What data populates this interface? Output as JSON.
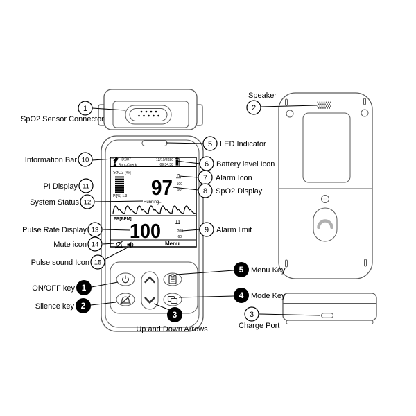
{
  "colors": {
    "ink": "#000000",
    "device_outline": "#5a5a5a"
  },
  "screen": {
    "patient_id": "ID:987",
    "work_mode": "Spot-Check",
    "date": "12/19/2020",
    "time": "09:34:38",
    "spo2_section_label": "SpO2 [%]",
    "spo2_value": "97",
    "spo2_alarm_high": "100",
    "spo2_alarm_low": "90",
    "pi_label": "PI[%] 1.3",
    "system_status": "Running...",
    "pr_section_label": "PR[BPM]",
    "pr_value": "100",
    "pr_alarm_high": "200",
    "pr_alarm_low": "60",
    "softkey": "Menu"
  },
  "callouts": {
    "c1": {
      "n": "1",
      "label": "SpO2 Sensor Connector"
    },
    "c2": {
      "n": "2",
      "label": "Speaker"
    },
    "c3": {
      "n": "3",
      "label": "Charge Port"
    },
    "c5": {
      "n": "5",
      "label": "LED Indicator"
    },
    "c6": {
      "n": "6",
      "label": "Battery level Icon"
    },
    "c7": {
      "n": "7",
      "label": "Alarm Icon"
    },
    "c8": {
      "n": "8",
      "label": "SpO2 Display"
    },
    "c9": {
      "n": "9",
      "label": "Alarm limit"
    },
    "c10": {
      "n": "10",
      "label": "Information Bar"
    },
    "c11": {
      "n": "11",
      "label": "PI Display"
    },
    "c12": {
      "n": "12",
      "label": "System Status"
    },
    "c13": {
      "n": "13",
      "label": "Pulse Rate Display"
    },
    "c14": {
      "n": "14",
      "label": "Mute icon"
    },
    "c15": {
      "n": "15",
      "label": "Pulse sound Icon"
    }
  },
  "keys": {
    "k1": {
      "n": "1",
      "label": "ON/OFF key"
    },
    "k2": {
      "n": "2",
      "label": "Silence key"
    },
    "k3": {
      "n": "3",
      "label": "Up and Down Arrows"
    },
    "k4": {
      "n": "4",
      "label": "Mode Key"
    },
    "k5": {
      "n": "5",
      "label": "Menu Key"
    }
  }
}
